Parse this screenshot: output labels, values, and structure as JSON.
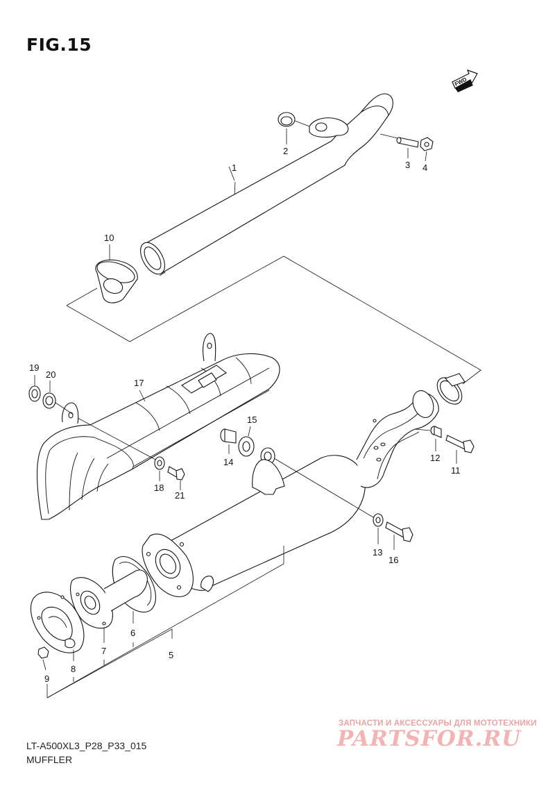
{
  "figure": {
    "title": "FIG.15",
    "model_code": "LT-A500XL3_P28_P33_015",
    "name": "MUFFLER",
    "direction_badge": "FWD"
  },
  "watermark": {
    "tagline": "ЗАПЧАСТИ И АКСЕССУАРЫ ДЛЯ МОТОТЕХНИКИ",
    "brand": "PARTSFOR.RU"
  },
  "callouts": [
    {
      "id": "1",
      "label": "1"
    },
    {
      "id": "2",
      "label": "2"
    },
    {
      "id": "3",
      "label": "3"
    },
    {
      "id": "4",
      "label": "4"
    },
    {
      "id": "5",
      "label": "5"
    },
    {
      "id": "6",
      "label": "6"
    },
    {
      "id": "7",
      "label": "7"
    },
    {
      "id": "8",
      "label": "8"
    },
    {
      "id": "9",
      "label": "9"
    },
    {
      "id": "10",
      "label": "10"
    },
    {
      "id": "11",
      "label": "11"
    },
    {
      "id": "12",
      "label": "12"
    },
    {
      "id": "13",
      "label": "13"
    },
    {
      "id": "14",
      "label": "14"
    },
    {
      "id": "15",
      "label": "15"
    },
    {
      "id": "16",
      "label": "16"
    },
    {
      "id": "17",
      "label": "17"
    },
    {
      "id": "18",
      "label": "18"
    },
    {
      "id": "19",
      "label": "19"
    },
    {
      "id": "20",
      "label": "20"
    },
    {
      "id": "21",
      "label": "21"
    }
  ]
}
